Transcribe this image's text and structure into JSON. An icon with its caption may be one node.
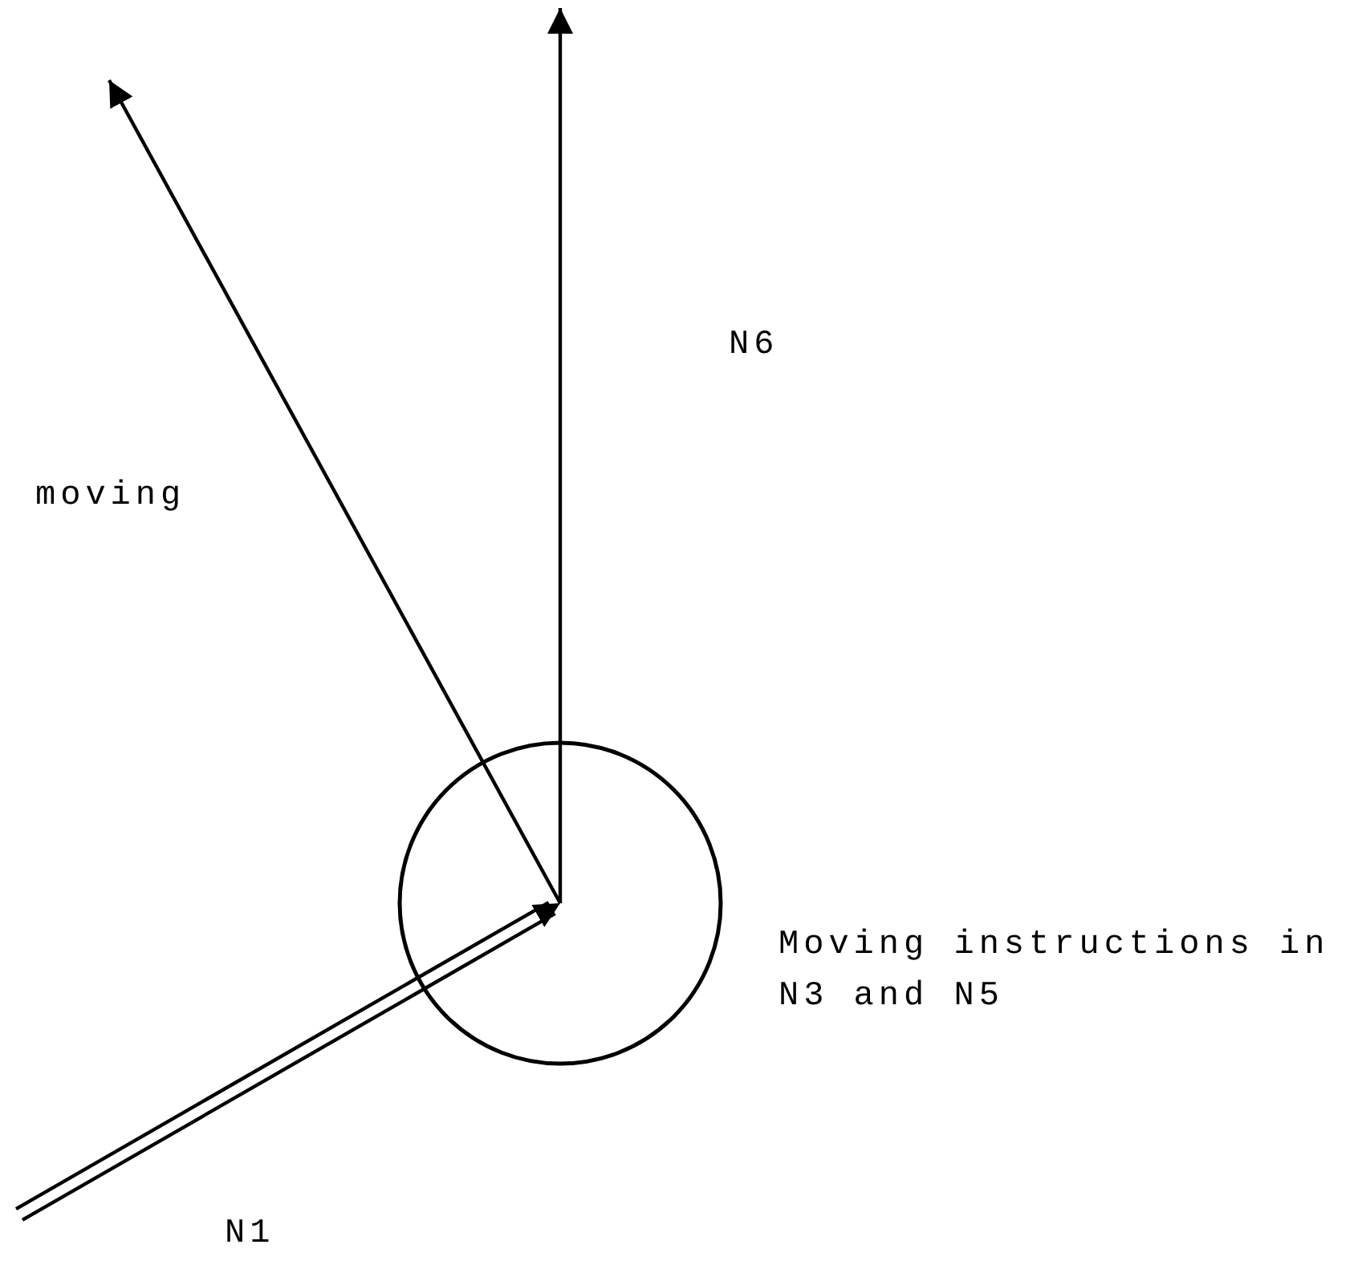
{
  "diagram": {
    "nodes": [
      {
        "text": [],
        "shape": "circle",
        "beside": [
          "Moving instructions in N3 and N5"
        ]
      }
    ],
    "labels": [
      "N6",
      "moving",
      "N1"
    ]
  }
}
